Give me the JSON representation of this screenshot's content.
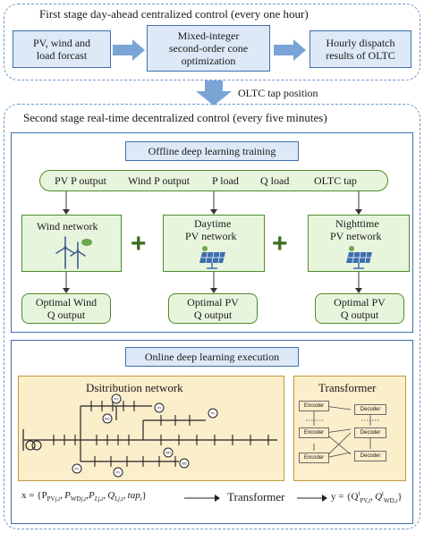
{
  "stage1": {
    "title": "First stage day-ahead centralized control (every one hour)",
    "box_inputs": [
      "PV, wind and",
      "load forcast"
    ],
    "box_opt": [
      "Mixed-integer",
      "second-order cone",
      "optimization"
    ],
    "box_output": [
      "Hourly dispatch",
      "results of OLTC"
    ]
  },
  "link_label": "OLTC tap position",
  "stage2": {
    "title": "Second stage real-time decentralized control (every five minutes)",
    "offline": {
      "title": "Offline deep learning training",
      "inputs": [
        "PV P output",
        "Wind P output",
        "P load",
        "Q load",
        "OLTC tap"
      ],
      "networks": [
        {
          "label": "Wind network",
          "output": [
            "Optimal Wind",
            "Q output"
          ]
        },
        {
          "label": [
            "Daytime",
            "PV network"
          ],
          "output": [
            "Optimal PV",
            "Q output"
          ]
        },
        {
          "label": [
            "Nighttime",
            "PV network"
          ],
          "output": [
            "Optimal PV",
            "Q output"
          ]
        }
      ],
      "plus_sign": "+"
    },
    "online": {
      "title": "Online deep learning execution",
      "distribution_title": "Dsitribution network",
      "node_labels": [
        "PV",
        "WD",
        "PV",
        "PV",
        "WD",
        "WD",
        "PV",
        "PV"
      ],
      "transformer_title": "Transformer",
      "encoder_label": "Encoder",
      "decoder_label": "Decoder",
      "formula_left": "x = {P",
      "formula_middle": "Transformer",
      "formula_right": "y = {Q"
    }
  },
  "colors": {
    "blue_fill": "#dde9f6",
    "blue_border": "#3d6fae",
    "green_fill": "#e8f5dd",
    "green_border": "#4f8a2d",
    "yellow_fill": "#fbeecb",
    "arrow_blue": "#7aa3d6"
  },
  "icons": [
    "wind-turbine-icon",
    "solar-panel-icon"
  ]
}
